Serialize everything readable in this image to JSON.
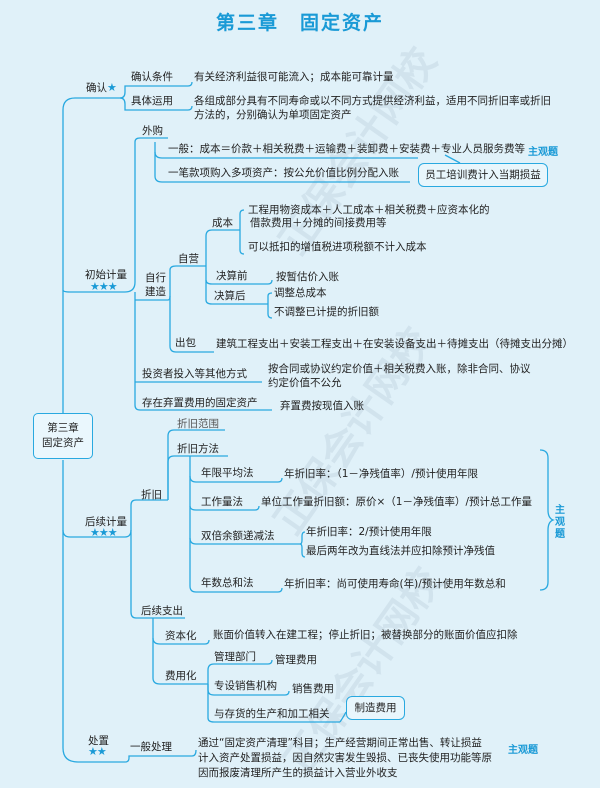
{
  "title": "第三章　固定资产",
  "root": {
    "line1": "第三章",
    "line2": "固定资产"
  },
  "subjective_label": "主观题",
  "recognition": {
    "label": "确认",
    "star": "★",
    "conditions_label": "确认条件",
    "conditions_text": "有关经济利益很可能流入；成本能可靠计量",
    "application_label": "具体运用",
    "application_text1": "各组成部分具有不同寿命或以不同方式提供经济利益，适用不同折旧率或折旧",
    "application_text2": "方法的，分别确认为单项固定资产"
  },
  "initial": {
    "label": "初始计量",
    "stars": "★★★",
    "purchase": {
      "label": "外购",
      "general": "一般：成本＝价款＋相关税费＋运输费＋装卸费＋安装费＋专业人员服务费等",
      "lump": "一笔款项购入多项资产：按公允价值比例分配入账",
      "note": "员工培训费计入当期损益"
    },
    "self_built": {
      "label1": "自行",
      "label2": "建造",
      "own": {
        "label": "自营",
        "cost_label": "成本",
        "cost_text1": "工程用物资成本＋人工成本＋相关税费＋应资本化的",
        "cost_text2": "借款费用＋分摊的间接费用等",
        "cost_vat": "可以抵扣的增值税进项税额不计入成本",
        "before_label": "决算前",
        "before_text": "按暂估价入账",
        "after_label": "决算后",
        "after_text1": "调整总成本",
        "after_text2": "不调整已计提的折旧额"
      },
      "contract_label": "出包",
      "contract_text": "建筑工程支出＋安装工程支出＋在安装设备支出＋待摊支出（待摊支出分摊）"
    },
    "investor_label": "投资者投入等其他方式",
    "investor_text1": "按合同或协议约定价值＋相关税费入账，除非合同、协议",
    "investor_text2": "约定价值不公允",
    "disposal_cost_label": "存在弃置费用的固定资产",
    "disposal_cost_text": "弃置费按现值入账"
  },
  "subsequent": {
    "label": "后续计量",
    "stars": "★★★",
    "depreciation": {
      "label": "折旧",
      "scope": "折旧范围",
      "methods_label": "折旧方法",
      "straight_label": "年限平均法",
      "straight_text": "年折旧率：（1－净残值率）/预计使用年限",
      "units_label": "工作量法",
      "units_text": "单位工作量折旧额：原价×（1－净残值率）/预计总工作量",
      "ddb_label": "双倍余额递减法",
      "ddb_text1": "年折旧率：2/预计使用年限",
      "ddb_text2": "最后两年改为直线法并应扣除预计净残值",
      "syd_label": "年数总和法",
      "syd_text": "年折旧率：尚可使用寿命(年)/预计使用年数总和"
    },
    "expenditure": {
      "label": "后续支出",
      "cap_label": "资本化",
      "cap_text": "账面价值转入在建工程；停止折旧；被替换部分的账面价值应扣除",
      "exp_label": "费用化",
      "mgmt_label": "管理部门",
      "mgmt_text": "管理费用",
      "sales_label": "专设销售机构",
      "sales_text": "销售费用",
      "inv_label": "与存货的生产和加工相关",
      "inv_text": "制造费用"
    }
  },
  "disposal": {
    "label": "处置",
    "stars": "★★",
    "general_label": "一般处理",
    "text1": "通过“固定资产清理”科目；生产经营期间正常出售、转让损益",
    "text2": "计入资产处置损益，因自然灾害发生毁损、已丧失使用功能等原",
    "text3": "因而报废清理所产生的损益计入营业外收支"
  }
}
